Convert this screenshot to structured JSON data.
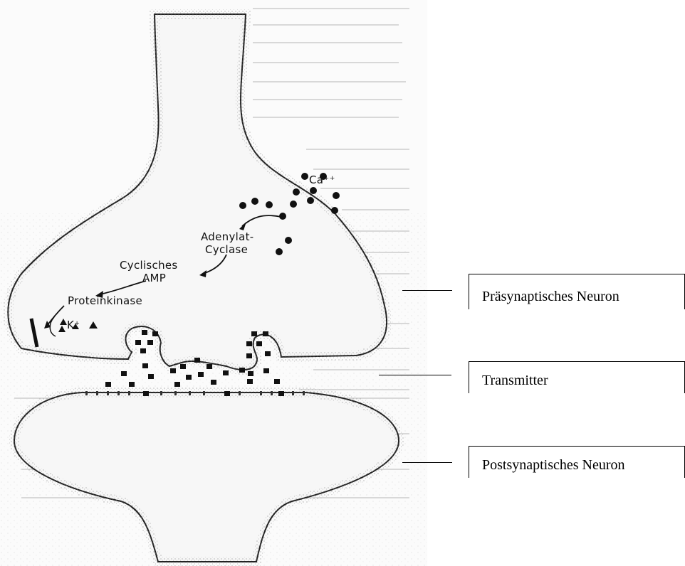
{
  "diagram": {
    "labels": {
      "calcium": "Ca⁺⁺",
      "adenylat": "Adenylat-",
      "cyclase": "Cyclase",
      "cyclisches": "Cyclisches",
      "amp": "AMP",
      "proteinkinase": "Proteinkinase",
      "potassium": "K⁺"
    },
    "callouts": [
      {
        "text": "Präsynaptisches Neuron"
      },
      {
        "text": "Transmitter"
      },
      {
        "text": "Postsynaptisches Neuron"
      }
    ]
  }
}
